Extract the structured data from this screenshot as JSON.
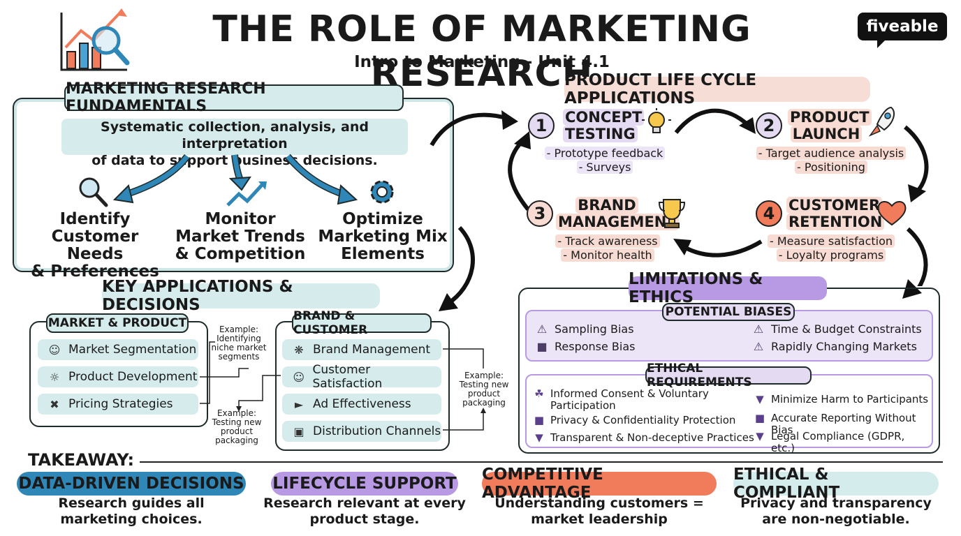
{
  "header": {
    "title": "THE ROLE OF MARKETING RESEARCH",
    "subtitle": "Intro to Marketing - Unit 4.1",
    "logo": "fiveable",
    "logo_icon": "chart-magnifier-icon"
  },
  "fundamentals": {
    "title": "MARKETING RESEARCH FUNDAMENTALS",
    "definition_1": "Systematic collection, analysis, and interpretation",
    "definition_2": "of data to support business decisions.",
    "goals": [
      {
        "icon": "magnifier-icon",
        "line1": "Identify",
        "line2": "Customer Needs",
        "line3": "& Preferences"
      },
      {
        "icon": "trend-arrow-icon",
        "line1": "Monitor",
        "line2": "Market Trends",
        "line3": "& Competition"
      },
      {
        "icon": "gear-icon",
        "line1": "Optimize",
        "line2": "Marketing Mix",
        "line3": "Elements"
      }
    ]
  },
  "lifecycle": {
    "title": "PRODUCT LIFE CYCLE APPLICATIONS",
    "stages": [
      {
        "num": "1",
        "title1": "CONCEPT",
        "title2": "TESTING",
        "icon": "lightbulb-icon",
        "b1": "- Prototype feedback",
        "b2": "- Surveys"
      },
      {
        "num": "2",
        "title1": "PRODUCT",
        "title2": "LAUNCH",
        "icon": "rocket-icon",
        "b1": "- Target audience analysis",
        "b2": "- Positioning"
      },
      {
        "num": "3",
        "title1": "BRAND",
        "title2": "MANAGEMENT",
        "icon": "trophy-icon",
        "b1": "- Track awareness",
        "b2": "- Monitor health"
      },
      {
        "num": "4",
        "title1": "CUSTOMER",
        "title2": "RETENTION",
        "icon": "heart-icon",
        "b1": "- Measure satisfaction",
        "b2": "- Loyalty programs"
      }
    ]
  },
  "applications": {
    "title": "KEY APPLICATIONS & DECISIONS",
    "market": {
      "title": "MARKET & PRODUCT",
      "items": [
        {
          "icon": "people-icon",
          "label": "Market Segmentation"
        },
        {
          "icon": "lightbulb-icon",
          "label": "Product Development"
        },
        {
          "icon": "price-tag-icon",
          "label": "Pricing Strategies"
        }
      ]
    },
    "brand": {
      "title": "BRAND & CUSTOMER",
      "items": [
        {
          "icon": "badge-icon",
          "label": "Brand Management"
        },
        {
          "icon": "smiley-icon",
          "label": "Customer Satisfaction"
        },
        {
          "icon": "megaphone-icon",
          "label": "Ad Effectiveness"
        },
        {
          "icon": "box-hand-icon",
          "label": "Distribution Channels"
        }
      ]
    },
    "example_1": [
      "Example:",
      "Identifying",
      "niche market",
      "segments"
    ],
    "example_2": [
      "Example:",
      "Testing new",
      "product",
      "packaging"
    ],
    "example_3": [
      "Example:",
      "Testing new",
      "product",
      "packaging"
    ]
  },
  "limitations": {
    "title": "LIMITATIONS & ETHICS",
    "biases_title": "POTENTIAL BIASES",
    "biases": [
      {
        "icon": "warning-icon",
        "label": "Sampling Bias"
      },
      {
        "icon": "lock-icon",
        "label": "Response Bias"
      },
      {
        "icon": "warning-icon",
        "label": "Time & Budget Constraints"
      },
      {
        "icon": "warning-icon",
        "label": "Rapidly Changing Markets"
      }
    ],
    "ethics_title": "ETHICAL REQUIREMENTS",
    "ethics": [
      {
        "icon": "handshake-icon",
        "label": "Informed Consent & Voluntary",
        "label2": "Participation"
      },
      {
        "icon": "lock-icon",
        "label": "Privacy & Confidentiality Protection"
      },
      {
        "icon": "shield-icon",
        "label": "Transparent & Non-deceptive Practices"
      },
      {
        "icon": "shield-icon",
        "label": "Minimize Harm to Participants"
      },
      {
        "icon": "lock-icon",
        "label": "Accurate Reporting Without Bias"
      },
      {
        "icon": "shield-icon",
        "label": "Legal Compliance (GDPR, etc.)"
      }
    ]
  },
  "takeaway": {
    "label": "TAKEAWAY:",
    "cards": [
      {
        "title": "DATA-DRIVEN DECISIONS",
        "line1": "Research guides all",
        "line2": "marketing choices.",
        "color": "#2f87b7"
      },
      {
        "title": "LIFECYCLE SUPPORT",
        "line1": "Research relevant at every",
        "line2": "product stage.",
        "color": "#b79ae3"
      },
      {
        "title": "COMPETITIVE ADVANTAGE",
        "line1": "Understanding customers =",
        "line2": "market leadership",
        "color": "#f07c5c"
      },
      {
        "title": "ETHICAL & COMPLIANT",
        "line1": "Privacy and transparency",
        "line2": "are non-negotiable.",
        "color": "#d5ecec"
      }
    ]
  }
}
